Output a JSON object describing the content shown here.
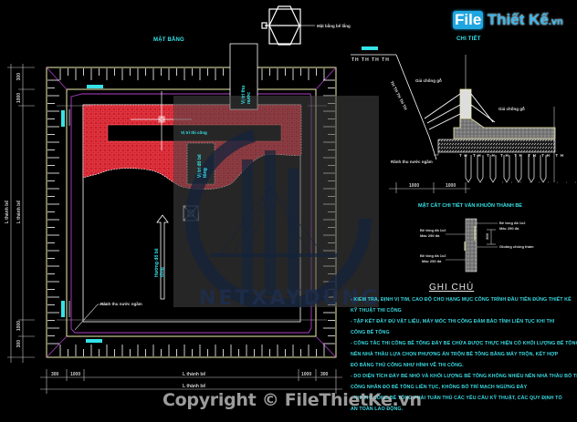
{
  "drawing": {
    "plan_title": "MẶT BẰNG",
    "detail_title": "CHI TIẾT",
    "section_title": "MẶT CẮT CHI TIẾT VÁN KHUÔN THÀNH BỂ",
    "symbol_label": "Mặt bằng bể lắng",
    "plan_labels": {
      "top_slot": "Vị trí thu nước",
      "center_strip": "Vị trí thi công",
      "center_slot": "Vị trí đổ bê tông",
      "arrow_label": "Hướng đổ bê tông",
      "corner_label": "Rãnh thu nước ngầm"
    },
    "dimensions": {
      "bottom_left_1": "300",
      "bottom_left_2": "1000",
      "bottom_middle": "L thành bể",
      "bottom_right_1": "1000",
      "bottom_right_2": "300",
      "bottom_total": "L thành bể",
      "left_top_1": "300",
      "left_top_2": "1000",
      "left_total_1": "L thành bể",
      "left_total_2": "L thành bể",
      "left_bottom_1": "1000",
      "left_bottom_2": "300",
      "detail_dim_1": "1000",
      "detail_dim_2": "1000"
    },
    "detail_labels": {
      "top_marks": "TH TH TH TH",
      "slope_marks": "TH TH TH TH TH",
      "label_1": "Giá chống gỗ",
      "label_2": "Giá chống gỗ",
      "label_3": "Rãnh thu nước ngầm",
      "pile_marks": "TH TH TH TH TH TH TH TH"
    },
    "section_labels": {
      "left_1": "Bê tông đá 1x2",
      "left_1b": "Mác 250 đá",
      "left_2": "Bê tông đá 1x2",
      "left_2b": "Mác 250 đá",
      "right_1": "Bê tông đá 1x2",
      "right_1b": "Mác 250 đá",
      "right_2": "Gioăng chống thấm",
      "dim": "500"
    }
  },
  "notes": {
    "title": "GHI CHÚ",
    "lines": [
      "- KIỂM TRA, ĐỊNH VỊ TIM, CAO ĐỘ CHO HẠNG MỤC CÔNG TRÌNH ĐẦU TIÊN ĐÚNG THIẾT KẾ",
      "  KỸ THUẬT THI CÔNG",
      "- TẬP KẾT ĐẦY ĐỦ VẬT LIỆU, MÁY MÓC THI CÔNG ĐẢM BẢO TÍNH LIÊN TỤC KHI THI",
      "  CÔNG BÊ TÔNG",
      "- CÔNG TÁC THI CÔNG BÊ TÔNG ĐÁY BỂ CHỨA ĐƯỢC THỰC HIỆN CÓ KHỐI LƯỢNG BÊ TÔNG NHỎ",
      "  NÊN NHÀ THẦU LỰA CHỌN PHƯƠNG ÁN TRỘN BÊ TÔNG BẰNG MÁY TRỘN, KẾT HỢP",
      "  ĐỔ BẰNG THỦ CÔNG NHƯ HÌNH VẼ THI CÔNG.",
      "- DO DIỆN TÍCH ĐÁY BỂ NHỎ VÀ KHỐI LƯỢNG BÊ TÔNG KHÔNG NHIỀU NÊN NHÀ THẦU BỐ TRÍ",
      "  CÔNG NHÂN ĐỔ BÊ TÔNG LIÊN TỤC, KHÔNG BỐ TRÍ MẠCH NGỪNG ĐÁY",
      "- KHI THI CÔNG BÊ TÔNG PHẢI TUÂN THỦ CÁC YÊU CẦU KỸ THUẬT, CÁC QUY ĐỊNH TỔ",
      "  AN TOÀN LAO ĐỘNG."
    ]
  },
  "watermarks": {
    "logo_file": "File",
    "logo_rest": "Thiết Kế",
    "logo_tld": ".vn",
    "center_brand": "NETXAYDUNG",
    "copyright": "Copyright © FileThietKe.vn"
  },
  "colors": {
    "background": "#000000",
    "frame": "#f2f0b0",
    "magenta": "#b040c8",
    "hatch_red": "#e02030",
    "cyan_text": "#35e3e8",
    "white_line": "#ffffff"
  }
}
